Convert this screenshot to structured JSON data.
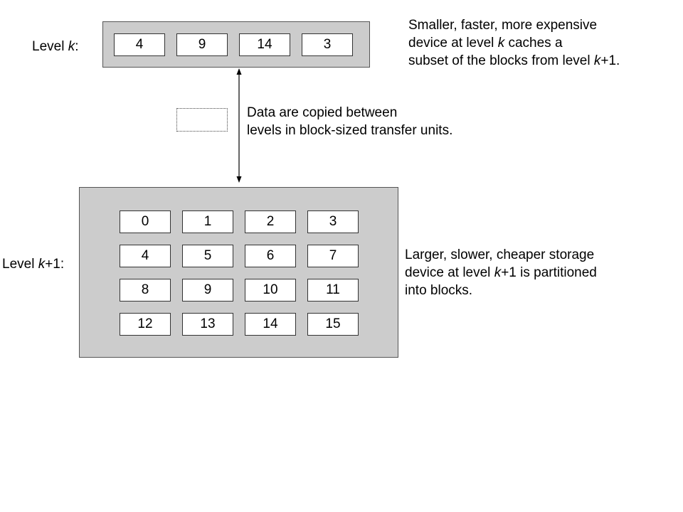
{
  "levels": {
    "upper": {
      "label_prefix": "Level ",
      "label_var": "k",
      "label_suffix": ":",
      "blocks": [
        "4",
        "9",
        "14",
        "3"
      ]
    },
    "lower": {
      "label_prefix": "Level ",
      "label_var": "k",
      "label_plus": "+1",
      "label_suffix": ":",
      "blocks": [
        [
          "0",
          "1",
          "2",
          "3"
        ],
        [
          "4",
          "5",
          "6",
          "7"
        ],
        [
          "8",
          "9",
          "10",
          "11"
        ],
        [
          "12",
          "13",
          "14",
          "15"
        ]
      ]
    }
  },
  "notes": {
    "cache": {
      "line1": "Smaller, faster, more expensive",
      "line2_a": "device at level ",
      "line2_var": "k",
      "line2_b": " caches a",
      "line3_a": "subset of the blocks from level ",
      "line3_var": "k",
      "line3_b": "+1."
    },
    "transfer": {
      "line1": "Data are copied between",
      "line2": "levels in block-sized transfer units."
    },
    "storage": {
      "line1": "Larger, slower, cheaper storage",
      "line2_a": "device at level ",
      "line2_var": "k",
      "line2_b": "+1 is partitioned",
      "line3": "into blocks."
    }
  }
}
